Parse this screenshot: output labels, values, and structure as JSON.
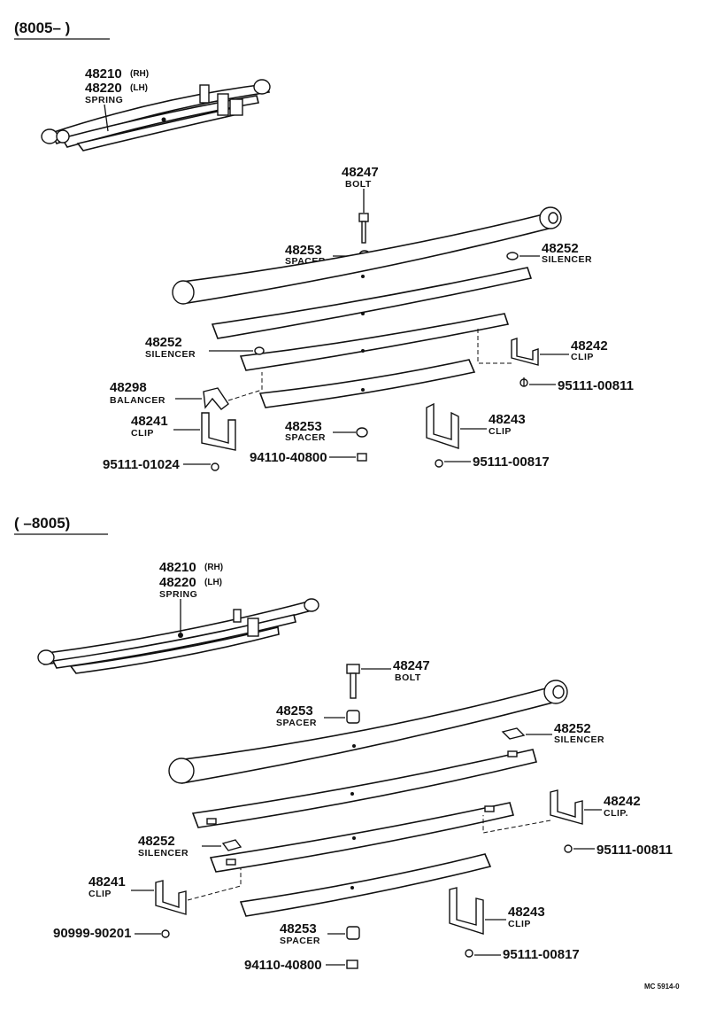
{
  "sections": [
    {
      "header": "(8005–       )",
      "spring_rh": "48210",
      "spring_rh_side": "(RH)",
      "spring_lh": "48220",
      "spring_lh_side": "(LH)",
      "spring_name": "SPRING",
      "bolt_pn": "48247",
      "bolt_name": "BOLT",
      "spacer_top_pn": "48253",
      "spacer_top_name": "SPACER",
      "silencer_a_pn": "48252",
      "silencer_a_name": "SILENCER",
      "silencer_b_pn": "48252",
      "silencer_b_name": "SILENCER",
      "balancer_pn": "48298",
      "balancer_name": "BALANCER",
      "clip_241_pn": "48241",
      "clip_241_name": "CLIP",
      "clip_242_pn": "48242",
      "clip_242_name": "CLIP",
      "clip_243_pn": "48243",
      "clip_243_name": "CLIP",
      "spacer_bot_pn": "48253",
      "spacer_bot_name": "SPACER",
      "rivet_a": "95111-00811",
      "rivet_b": "95111-01024",
      "nut": "94110-40800",
      "rivet_c": "95111-00817"
    },
    {
      "header": "(       –8005)",
      "spring_rh": "48210",
      "spring_rh_side": "(RH)",
      "spring_lh": "48220",
      "spring_lh_side": "(LH)",
      "spring_name": "SPRING",
      "bolt_pn": "48247",
      "bolt_name": "BOLT",
      "spacer_top_pn": "48253",
      "spacer_top_name": "SPACER",
      "silencer_a_pn": "48252",
      "silencer_a_name": "SILENCER",
      "silencer_b_pn": "48252",
      "silencer_b_name": "SILENCER",
      "clip_241_pn": "48241",
      "clip_241_name": "CLIP",
      "clip_242_pn": "48242",
      "clip_242_name": "CLIP.",
      "clip_243_pn": "48243",
      "clip_243_name": "CLIP",
      "spacer_bot_pn": "48253",
      "spacer_bot_name": "SPACER",
      "rivet_a": "95111-00811",
      "rivet_b": "90999-90201",
      "nut": "94110-40800",
      "rivet_c": "95111-00817"
    }
  ],
  "footer_code": "MC 5914-0"
}
